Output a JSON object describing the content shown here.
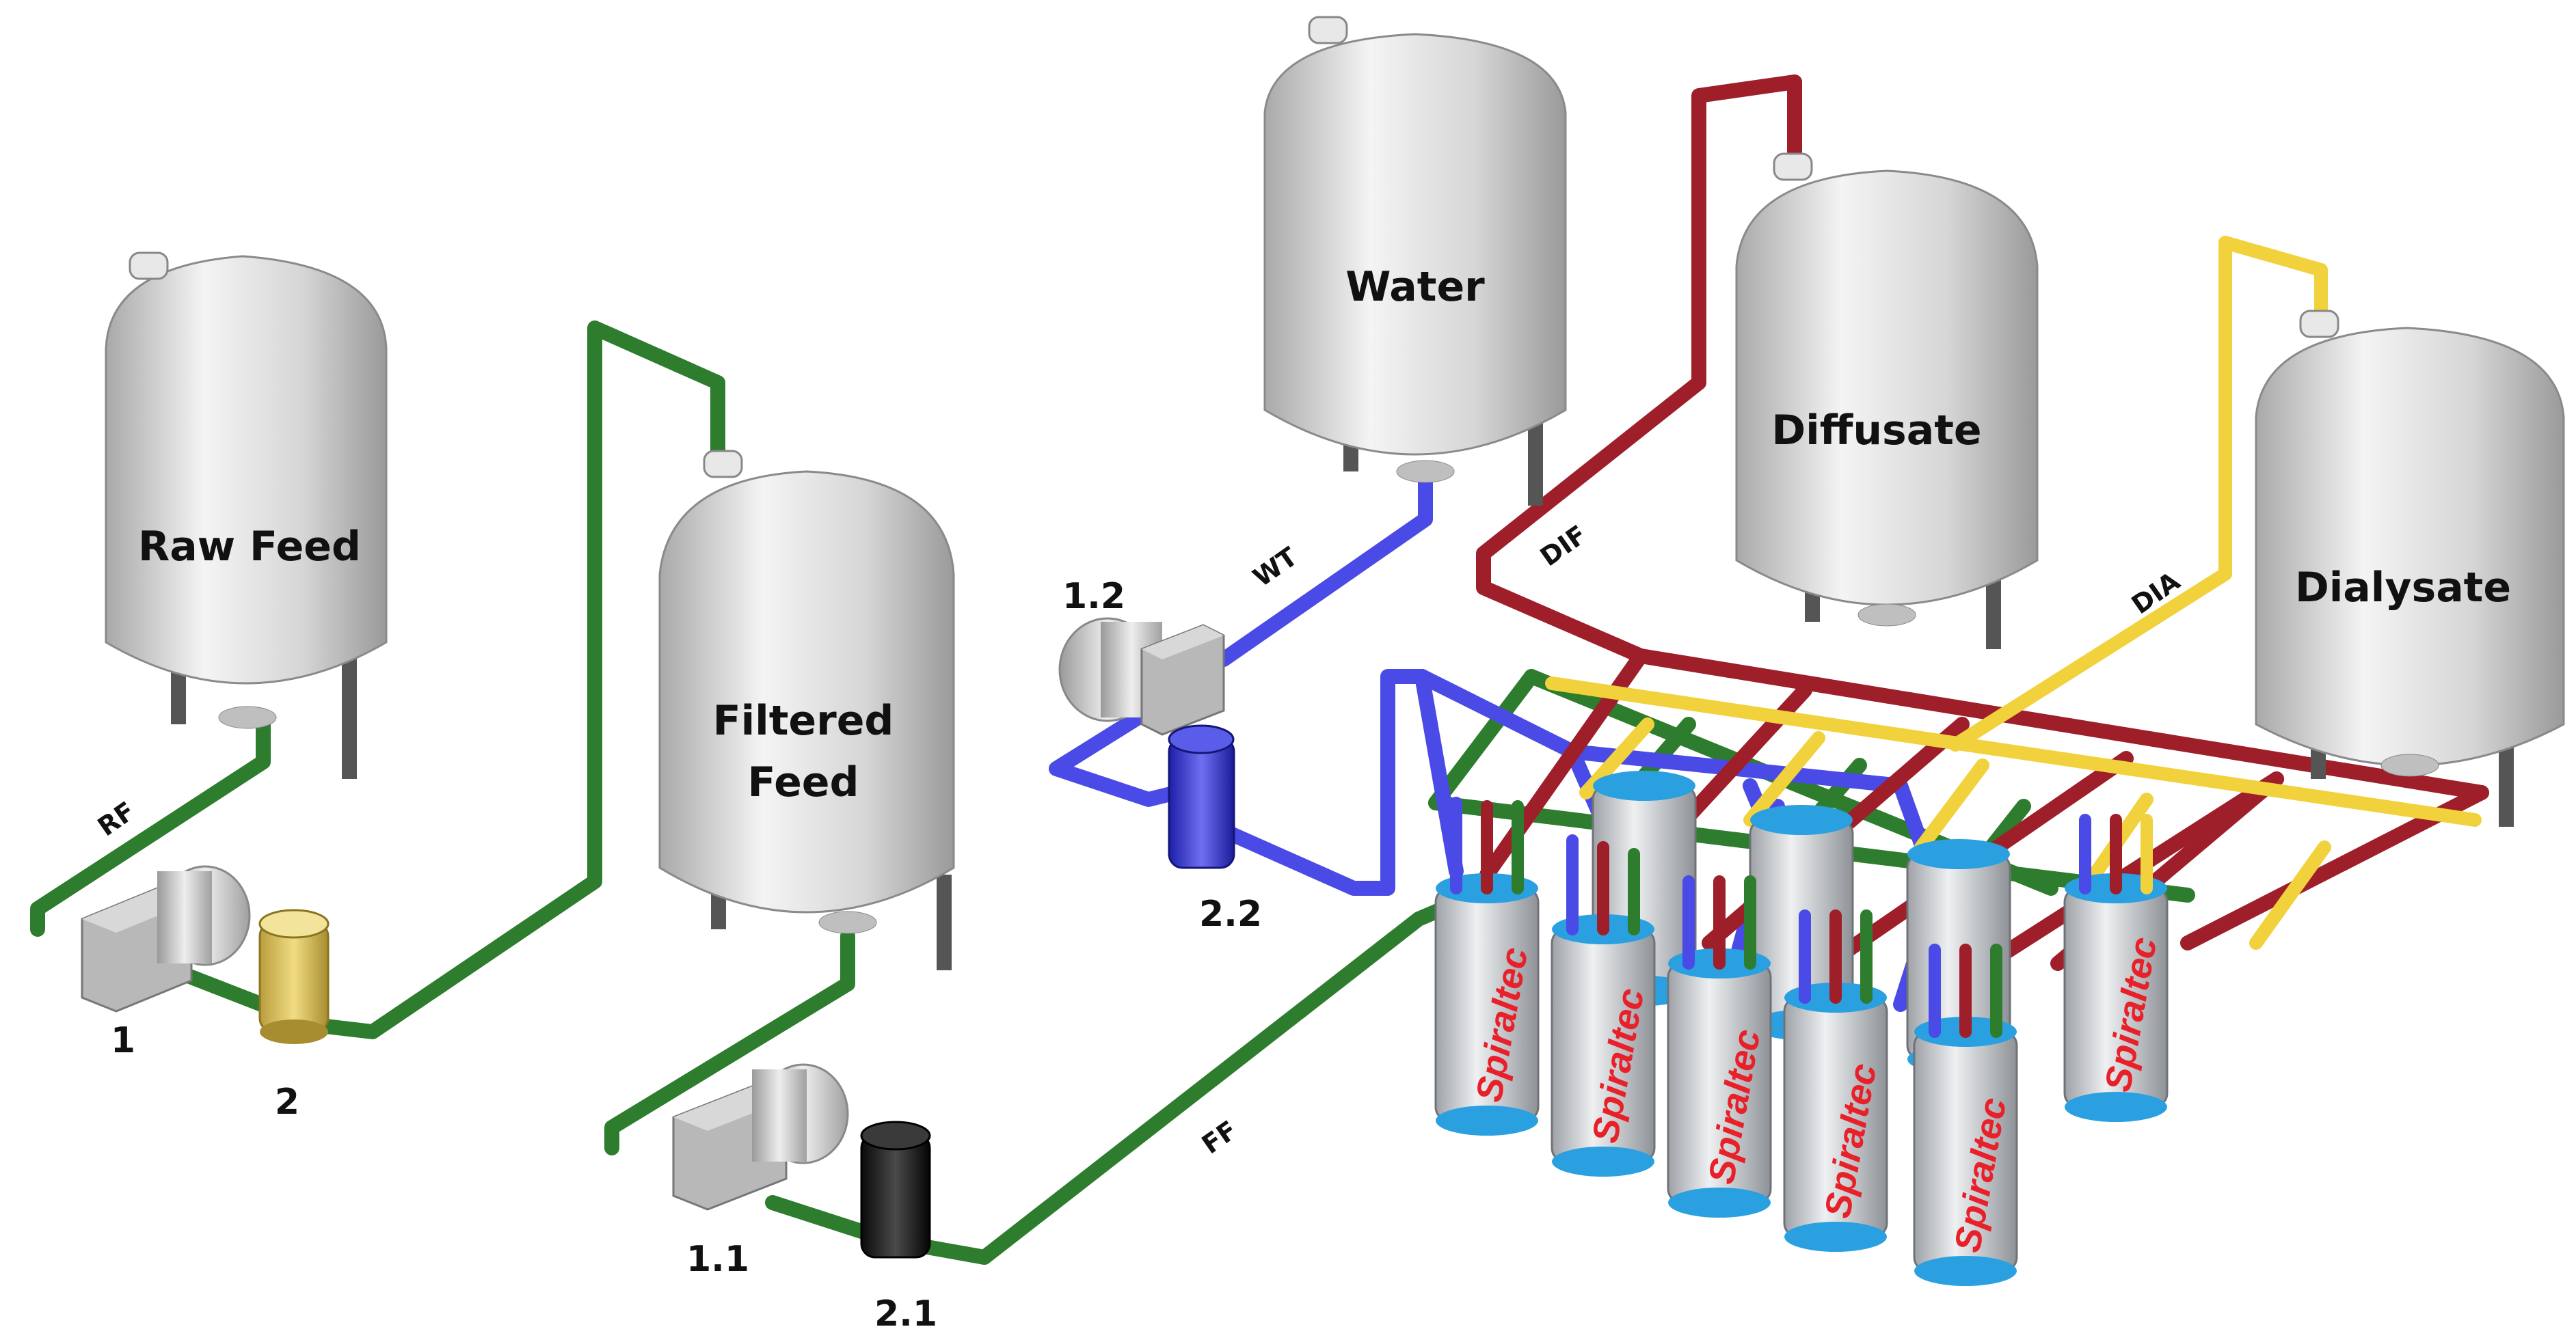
{
  "tanks": {
    "raw_feed": "Raw Feed",
    "filtered_feed_line1": "Filtered",
    "filtered_feed_line2": "Feed",
    "water": "Water",
    "diffusate": "Diffusate",
    "dialysate": "Dialysate"
  },
  "equipment_labels": {
    "pump_1": "1",
    "filter_2": "2",
    "pump_1_1": "1.1",
    "filter_2_1": "2.1",
    "pump_1_2": "1.2",
    "filter_2_2": "2.2"
  },
  "line_labels": {
    "rf": "RF",
    "ff": "FF",
    "wt": "WT",
    "dif": "DIF",
    "dia": "DIA"
  },
  "module_brand": "Spiraltec",
  "colors": {
    "green_line": "#2e7d2e",
    "blue_line": "#4a4ae6",
    "red_line": "#9e1f2a",
    "yellow_line": "#f2d23c",
    "module_cap": "#2aa0e0",
    "module_body": "#c9ccd0",
    "brand_text": "#e8202a",
    "tank": "#d9d9d9"
  }
}
